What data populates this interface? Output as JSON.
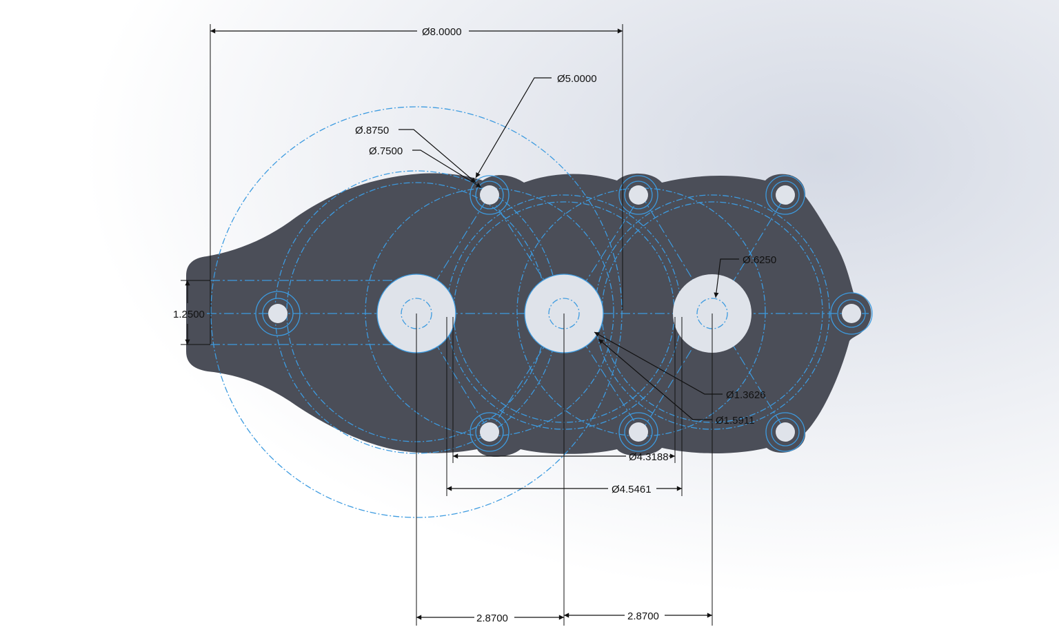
{
  "colors": {
    "part": "#4b4e58",
    "sketch": "#3d9be0",
    "dimension": "#111111",
    "hole": "#dfe3ea",
    "background_light": "#ffffff",
    "background_tint": "#d4d9e4"
  },
  "dimensions": {
    "outer_pcd": "Ø8.0000",
    "bolt_circle": "Ø5.0000",
    "counterbore": "Ø.8750",
    "bolt_hole": "Ø.7500",
    "small_bore": "Ø.6250",
    "bearing_bore_a": "Ø1.3626",
    "bearing_bore_b": "Ø1.5911",
    "pitch_circle_a": "Ø4.3188",
    "pitch_circle_b": "Ø4.5461",
    "slot_width": "1.2500",
    "center_spacing_left": "2.8700",
    "center_spacing_right": "2.8700"
  }
}
